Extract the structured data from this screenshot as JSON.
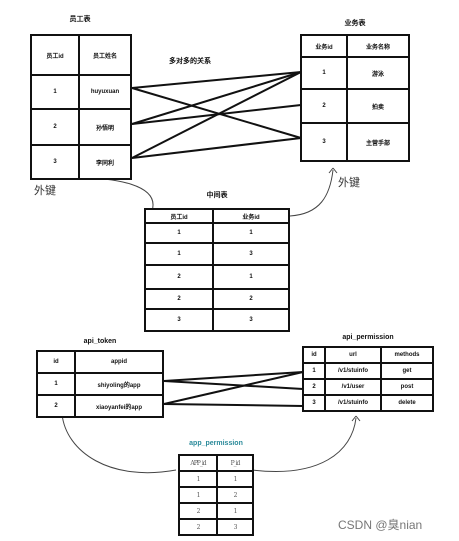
{
  "employee_table": {
    "title": "员工表",
    "columns": [
      "员工id",
      "员工姓名"
    ],
    "rows": [
      [
        "1",
        "huyuxuan"
      ],
      [
        "2",
        "孙悟明"
      ],
      [
        "3",
        "李同利"
      ]
    ]
  },
  "business_table": {
    "title": "业务表",
    "columns": [
      "业务id",
      "业务名称"
    ],
    "rows": [
      [
        "1",
        "游泳"
      ],
      [
        "2",
        "拍卖"
      ],
      [
        "3",
        "主营手部"
      ]
    ]
  },
  "relation_label": "多对多的关系",
  "middle_table": {
    "title": "中间表",
    "columns": [
      "员工id",
      "业务id"
    ],
    "rows": [
      [
        "1",
        "1"
      ],
      [
        "1",
        "3"
      ],
      [
        "2",
        "1"
      ],
      [
        "2",
        "2"
      ],
      [
        "3",
        "3"
      ]
    ]
  },
  "foreign_key_left": "外键",
  "foreign_key_right": "外键",
  "api_token_table": {
    "title": "api_token",
    "columns": [
      "id",
      "appid"
    ],
    "rows": [
      [
        "1",
        "shiyoling的app"
      ],
      [
        "2",
        "xiaoyanfei的app"
      ]
    ]
  },
  "api_permission_table": {
    "title": "api_permission",
    "columns": [
      "id",
      "url",
      "methods"
    ],
    "rows": [
      [
        "1",
        "/v1/stuinfo",
        "get"
      ],
      [
        "2",
        "/v1/user",
        "post"
      ],
      [
        "3",
        "/v1/stuinfo",
        "delete"
      ]
    ]
  },
  "app_permission_table": {
    "title": "app_permission",
    "columns": [
      "APP_id",
      "P_id"
    ],
    "rows": [
      [
        "1",
        "1"
      ],
      [
        "1",
        "2"
      ],
      [
        "2",
        "1"
      ],
      [
        "2",
        "3"
      ]
    ]
  },
  "watermark": "CSDN @臭nian",
  "colors": {
    "line": "#111111",
    "cursor_ring": "#f08080",
    "title_teal": "#2a8a9a"
  }
}
